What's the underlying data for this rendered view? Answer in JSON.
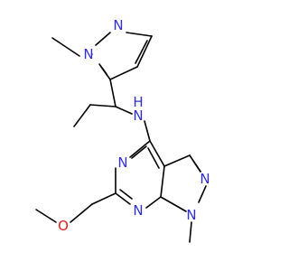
{
  "colors": {
    "background": "#ffffff",
    "carbon_bond": "#000000",
    "nitrogen": "#2f2fd6",
    "oxygen": "#e0201b"
  },
  "atoms": {
    "n_pyrazole_top_1": "N",
    "n_pyrazole_top_2": "N",
    "n_amine": "N",
    "h_amine": "H",
    "n_pyrazole_right_1": "N",
    "n_pyrazole_right_2": "N",
    "n_pyrimidine_1": "N",
    "n_pyrimidine_2": "N",
    "o_methoxy": "O"
  }
}
